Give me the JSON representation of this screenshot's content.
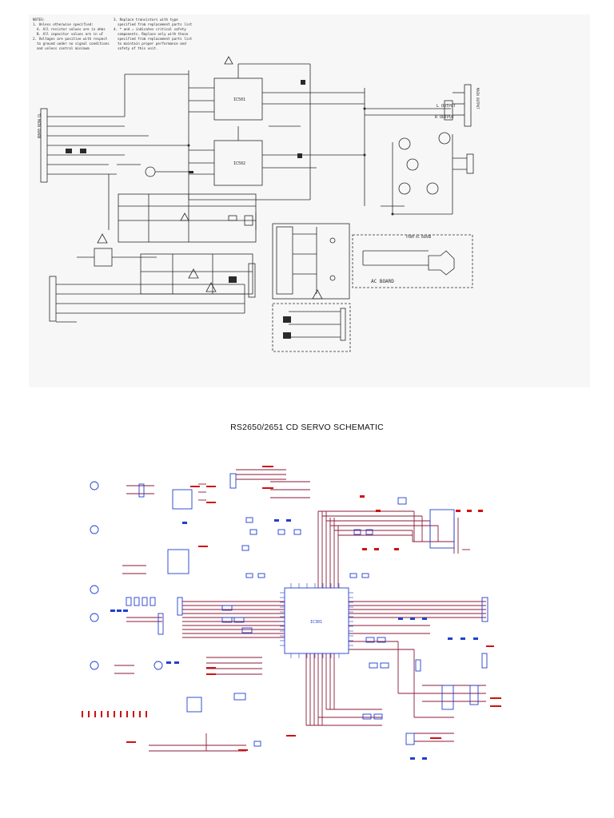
{
  "top_schematic": {
    "notes_heading": "NOTES:",
    "note_1": "1. Unless otherwise specified:",
    "note_1a": "A. All resistor values are in ohms",
    "note_1b": "B. All capacitor values are in uF",
    "note_2": "2. Voltages are positive with respect",
    "note_2b": "to ground under no signal conditions",
    "note_2c": "and unless control minimum",
    "note_3": "3. Replace transistors with type",
    "note_3b": "specified from replacement parts list",
    "note_4": "4. * and ⚠ indicates critical safety",
    "note_4b": "components. Replace only with those",
    "note_4c": "specified from replacement parts list",
    "note_4d": "to maintain proper performance and",
    "note_4e": "safety of this unit.",
    "ic_1": "IC501",
    "ic_2": "IC502",
    "l_output": "L OUTPUT",
    "r_output": "R OUTPUT",
    "main_output": "MAIN OUTPUT",
    "to_main_board": "TO MAIN BOARD",
    "from_ac_board": "FROM AC BOARD",
    "ac_board": "AC BOARD",
    "colors": {
      "line": "#2a2a2a",
      "bg": "#f7f7f7"
    }
  },
  "title": "RS2650/2651 CD SERVO SCHEMATIC",
  "bottom_schematic": {
    "main_ic": "IC301",
    "colors": {
      "wire": "#8b1a3a",
      "part": "#1f3fd0",
      "label": "#d01010",
      "ground": "#d01010"
    }
  }
}
